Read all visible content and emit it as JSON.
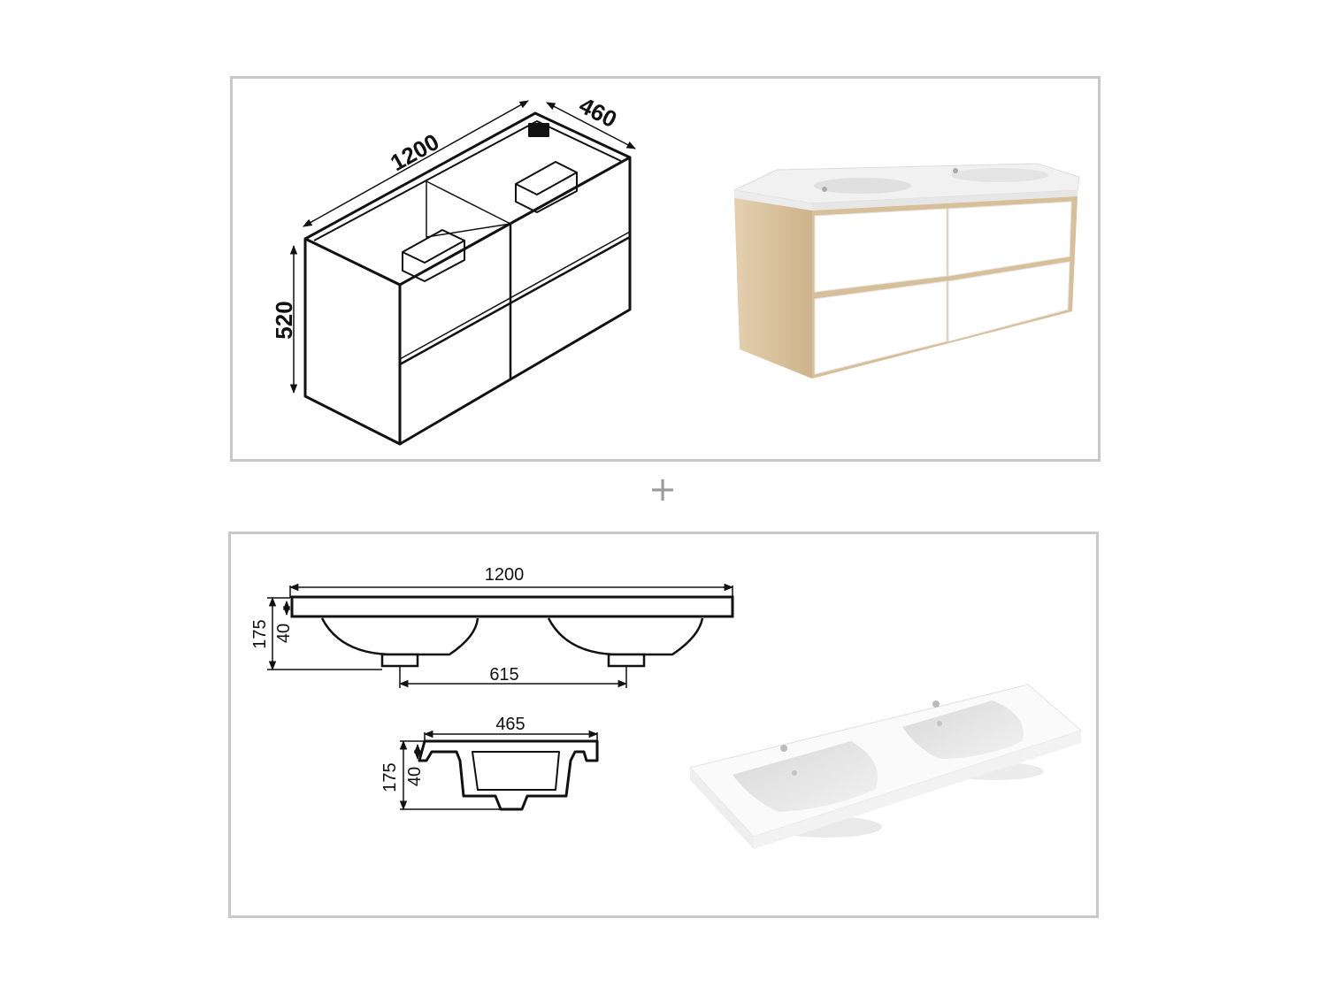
{
  "panels": {
    "cabinet": {
      "dim_width": "1200",
      "dim_depth": "460",
      "dim_height": "520"
    },
    "basin": {
      "front_width": "1200",
      "front_height": "175",
      "front_rim": "40",
      "tap_spacing": "615",
      "side_depth": "465",
      "side_height": "175",
      "side_rim": "40"
    }
  },
  "separator": "+",
  "colors": {
    "panel_border": "#c9c9c9",
    "oak": "#d9c3a1",
    "white_front": "#ffffff",
    "line": "#111111"
  }
}
